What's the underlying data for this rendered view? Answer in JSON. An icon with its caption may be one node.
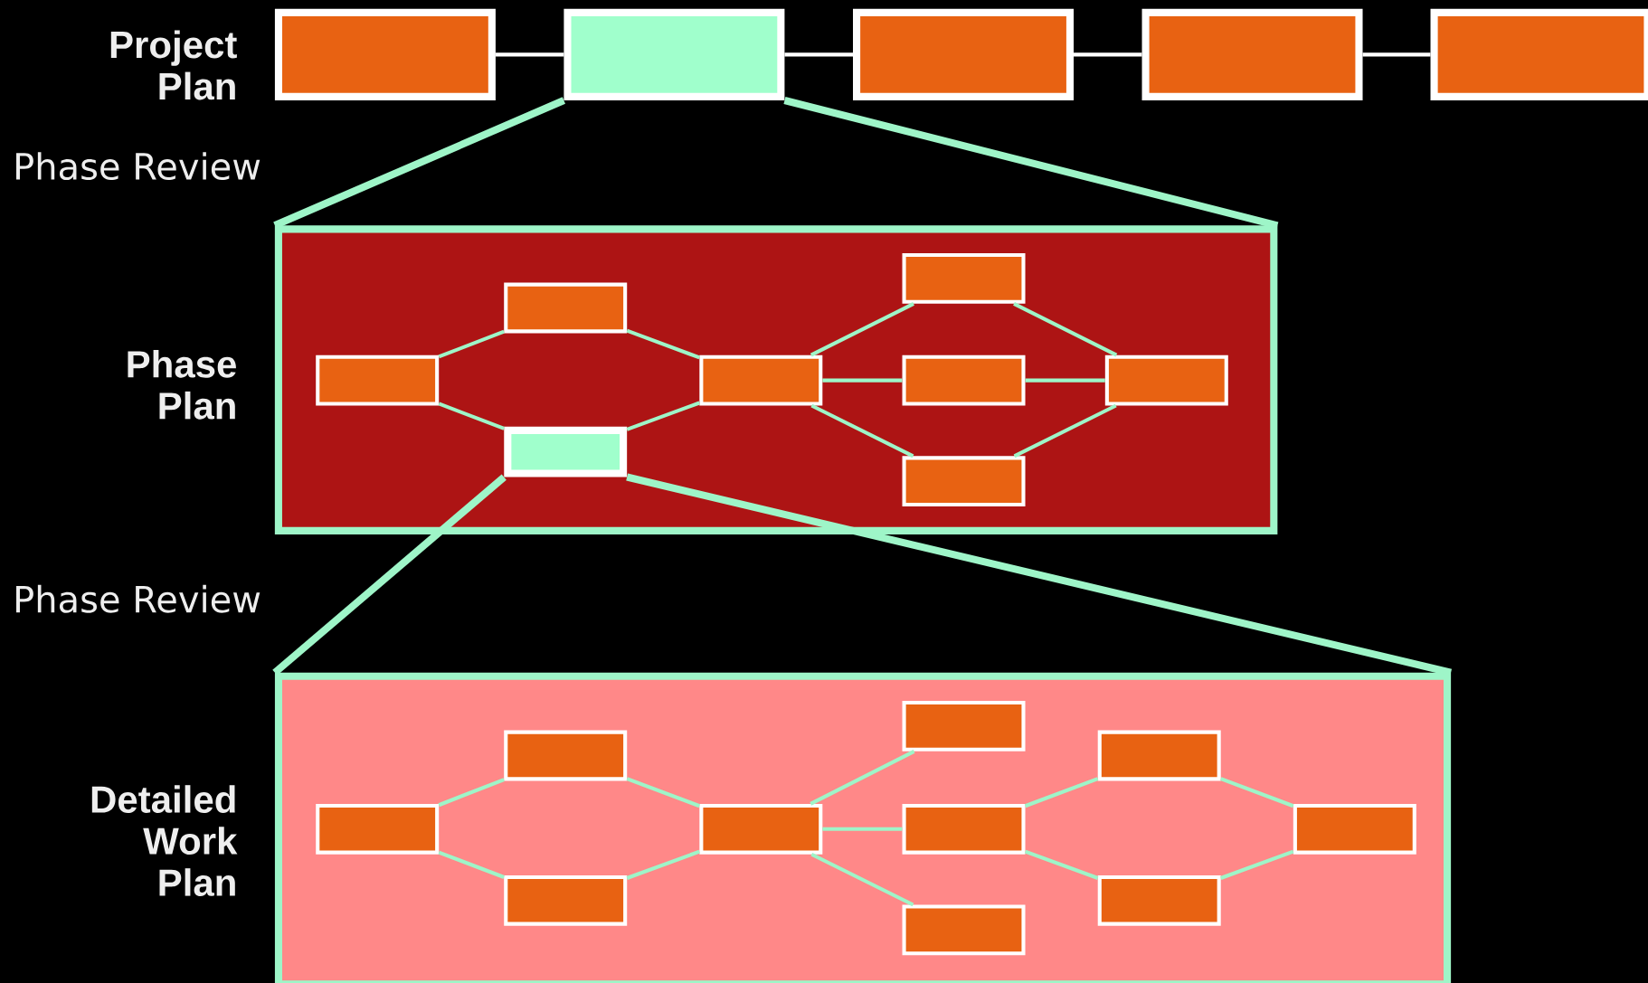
{
  "diagram": {
    "nodes": [
      {
        "text": [],
        "shape": "box"
      },
      {
        "text": [],
        "shape": "box"
      },
      {
        "text": [],
        "shape": "box"
      },
      {
        "text": [],
        "shape": "box"
      },
      {
        "text": [],
        "shape": "box"
      },
      {
        "text": [],
        "shape": "box"
      },
      {
        "text": [],
        "shape": "box",
        "in": 5
      },
      {
        "text": [],
        "shape": "box",
        "in": 5
      },
      {
        "text": [],
        "shape": "box",
        "in": 5
      },
      {
        "text": [],
        "shape": "box",
        "in": 5
      },
      {
        "text": [],
        "shape": "box",
        "in": 5
      },
      {
        "text": [],
        "shape": "box",
        "in": 5
      },
      {
        "text": [],
        "shape": "box",
        "in": 5
      },
      {
        "text": [],
        "shape": "box",
        "in": 5
      },
      {
        "text": [],
        "shape": "box"
      },
      {
        "text": [],
        "shape": "box",
        "in": 14
      },
      {
        "text": [],
        "shape": "box",
        "in": 14
      },
      {
        "text": [],
        "shape": "box",
        "in": 14
      },
      {
        "text": [],
        "shape": "box",
        "in": 14
      },
      {
        "text": [],
        "shape": "box",
        "in": 14
      },
      {
        "text": [],
        "shape": "box",
        "in": 14
      },
      {
        "text": [],
        "shape": "box",
        "in": 14
      },
      {
        "text": [],
        "shape": "box",
        "in": 14
      },
      {
        "text": [],
        "shape": "box",
        "in": 14
      },
      {
        "text": [],
        "shape": "box",
        "in": 14
      }
    ],
    "edges": [
      {
        "from": 0,
        "to": 1,
        "arrow": "none",
        "color": "#ffffff"
      },
      {
        "from": 1,
        "to": 2,
        "arrow": "none",
        "color": "#ffffff"
      },
      {
        "from": 2,
        "to": 3,
        "arrow": "none",
        "color": "#ffffff"
      },
      {
        "from": 3,
        "to": 4,
        "arrow": "none",
        "color": "#ffffff"
      },
      {
        "from": 1,
        "to": 5,
        "arrow": "none",
        "style": "thick"
      },
      {
        "from": 1,
        "to": 5,
        "arrow": "none",
        "style": "thick"
      },
      {
        "from": 6,
        "to": 7,
        "arrow": "none"
      },
      {
        "from": 6,
        "to": 8,
        "arrow": "none"
      },
      {
        "from": 7,
        "to": 9,
        "arrow": "none"
      },
      {
        "from": 8,
        "to": 9,
        "arrow": "none"
      },
      {
        "from": 9,
        "to": 10,
        "arrow": "none"
      },
      {
        "from": 9,
        "to": 11,
        "arrow": "none"
      },
      {
        "from": 9,
        "to": 12,
        "arrow": "none"
      },
      {
        "from": 10,
        "to": 13,
        "arrow": "none"
      },
      {
        "from": 11,
        "to": 13,
        "arrow": "none"
      },
      {
        "from": 12,
        "to": 13,
        "arrow": "none"
      },
      {
        "from": 8,
        "to": 14,
        "arrow": "none",
        "style": "thick"
      },
      {
        "from": 8,
        "to": 14,
        "arrow": "none",
        "style": "thick"
      },
      {
        "from": 15,
        "to": 16,
        "arrow": "none"
      },
      {
        "from": 15,
        "to": 17,
        "arrow": "none"
      },
      {
        "from": 16,
        "to": 18,
        "arrow": "none"
      },
      {
        "from": 17,
        "to": 18,
        "arrow": "none"
      },
      {
        "from": 18,
        "to": 19,
        "arrow": "none"
      },
      {
        "from": 18,
        "to": 20,
        "arrow": "none"
      },
      {
        "from": 18,
        "to": 21,
        "arrow": "none"
      },
      {
        "from": 20,
        "to": 22,
        "arrow": "none"
      },
      {
        "from": 20,
        "to": 23,
        "arrow": "none"
      },
      {
        "from": 22,
        "to": 24,
        "arrow": "none"
      },
      {
        "from": 23,
        "to": 24,
        "arrow": "none"
      }
    ],
    "labels": [
      "Project Plan",
      "Phase Review",
      "Phase Plan",
      "Phase Review",
      "Detailed Work Plan"
    ]
  }
}
